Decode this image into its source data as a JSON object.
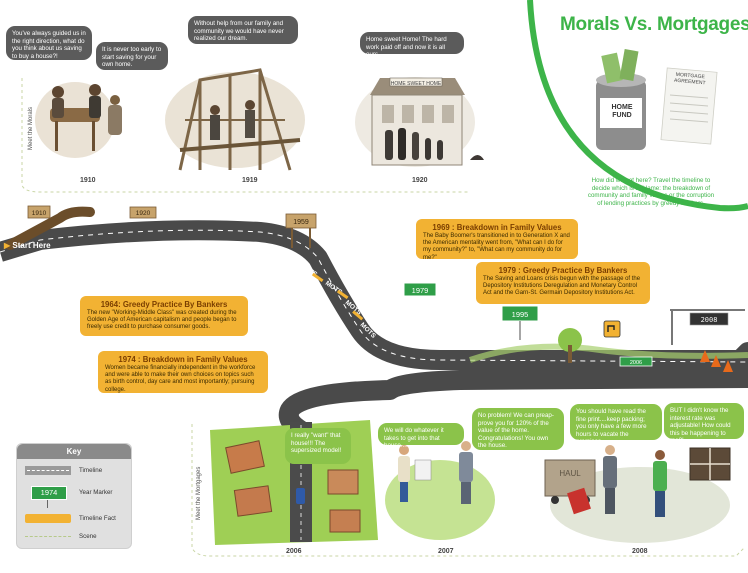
{
  "title": "Morals Vs. Mortgages",
  "intro": "How did we get here? Travel the timeline to decide which is to blame: the breakdown of community and family values or the corruption of lending practices by greedy bankers.",
  "start_label": "Start Here",
  "side_labels": {
    "morals": "Meet the Morals",
    "mortgages": "Meet the Mortgages"
  },
  "can_label": "HOME FUND",
  "paper_label": "MORTGAGE AGREEMENT",
  "morals_scenes": [
    {
      "year": "1910",
      "quotes": [
        "You've always guided us in the right direction, what do you think about us saving to buy a house?!",
        "It is never too early to start saving for your own home."
      ]
    },
    {
      "year": "1919",
      "quotes": [
        "Without help from our family and community we would have never realized our dream."
      ]
    },
    {
      "year": "1920",
      "quotes": [
        "Home sweet Home! The hard work paid off and now it is all ours..."
      ]
    }
  ],
  "mortgage_scenes": [
    {
      "year": "2006",
      "quotes": [
        "I really \"want\" that house!!! The supersized model!"
      ]
    },
    {
      "year": "2007",
      "quotes": [
        "We will do whatever it takes to get into that house....",
        "No problem! We can preap-prove you for 120% of the value of the home. Congratulations! You own the house."
      ]
    },
    {
      "year": "2008",
      "quotes": [
        "You should have read the fine print....keep packing; you only have a few more hours to vacate the premises.",
        "BUT I didn't know the interest rate was adjustable! How could this be happening to me?!"
      ]
    }
  ],
  "road_signs": [
    "1910",
    "1920",
    "1959",
    "1979",
    "1995",
    "2006",
    "2008"
  ],
  "road_text": "MOTS",
  "truck_label": "HAUL",
  "facts": [
    {
      "title": "1969 : Breakdown in Family Values",
      "text": "The Baby Boomer's transitioned in to Generation X and the American mentality went from, \"What can I do for my community?\" to, \"What can my community do for me?\""
    },
    {
      "title": "1979 : Greedy Practice By Bankers",
      "text": "The Saving and Loans crisis begun with the passage of the Depository Institutions Deregulation and Monetary Control Act and the Garn-St. Germain Depository Institutions Act."
    },
    {
      "title": "1964: Greedy Practice By Bankers",
      "text": "The new \"Working-Middle Class\" was created during the Golden Age of American capitalism and people began to freely use credit to purchase consumer goods."
    },
    {
      "title": "1974 : Breakdown in Family Values",
      "text": "Women became financially independent in the workforce and were able to make their own choices on topics such as birth control, day care and most importantly; pursuing college."
    }
  ],
  "key": {
    "title": "Key",
    "rows": [
      {
        "label": "Timeline"
      },
      {
        "label": "Year Marker",
        "sample": "1974"
      },
      {
        "label": "Timeline Fact"
      },
      {
        "label": "Scene"
      }
    ]
  },
  "colors": {
    "green": "#3db449",
    "orange": "#f2b233",
    "bubble": "#5b5b5b",
    "road": "#4a4a4a"
  }
}
